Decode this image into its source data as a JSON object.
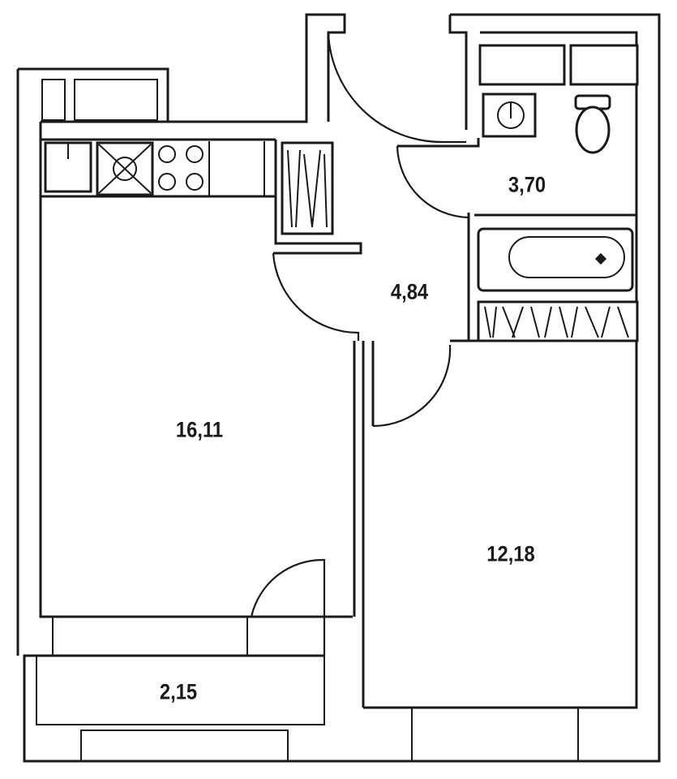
{
  "floor_plan": {
    "rooms": [
      {
        "id": "kitchen-living",
        "area_label": "16,11"
      },
      {
        "id": "bedroom",
        "area_label": "12,18"
      },
      {
        "id": "hallway",
        "area_label": "4,84"
      },
      {
        "id": "bathroom",
        "area_label": "3,70"
      },
      {
        "id": "balcony",
        "area_label": "2,15"
      }
    ],
    "fixtures": [
      "sink-icon",
      "hob-icon",
      "washbasin-icon",
      "toilet-icon",
      "bathtub-icon",
      "wardrobe-icon"
    ],
    "colors": {
      "line": "#1a1a1a",
      "background": "#ffffff"
    }
  }
}
